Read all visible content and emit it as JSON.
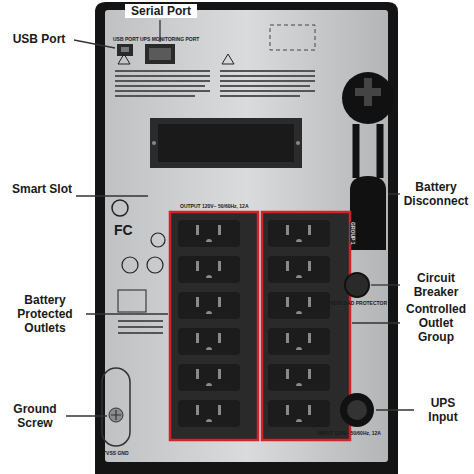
{
  "diagram": {
    "labels": [
      "Serial Port",
      "USB Port",
      "Smart Slot",
      "Battery Protected Outlets",
      "Ground Screw",
      "Battery Disconnect",
      "Circuit Breaker",
      "Controlled Outlet Group",
      "UPS Input",
      "USB PORT",
      "UPS MONITORING PORT",
      "FC",
      "GROUP 1",
      "OVERLOAD PROTECTOR",
      "INPUT 120V~ 50/60Hz, 12A",
      "TVSS GND",
      "OUTPUT 120V~ 50/60Hz, 12A"
    ]
  }
}
